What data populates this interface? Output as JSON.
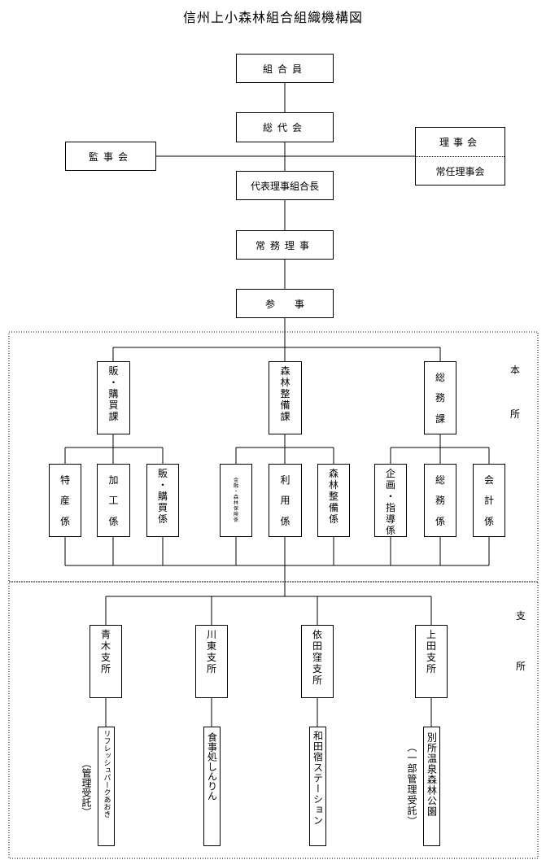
{
  "title": "信州上小森林組合組織機構図",
  "top_chain": {
    "kumiaiin": "組合員",
    "soudaikai": "総代会",
    "kanjikai": "監事会",
    "rijikai": "理事会",
    "jounin": "常任理事会",
    "daihyou": "代表理事組合長",
    "joumu": "常務理事",
    "sanji": "参　　事"
  },
  "honsho_label": [
    "本",
    "所"
  ],
  "shisho_label": [
    "支",
    "所"
  ],
  "ka": [
    {
      "chars": [
        "販",
        "・",
        "購",
        "買",
        "課"
      ]
    },
    {
      "chars": [
        "森",
        "林",
        "整",
        "備",
        "課"
      ]
    },
    {
      "chars": [
        "総",
        "務",
        "課"
      ]
    }
  ],
  "kakari": [
    {
      "chars": [
        "特",
        "産",
        "係"
      ]
    },
    {
      "chars": [
        "加",
        "工",
        "係"
      ]
    },
    {
      "chars": [
        "販",
        "・",
        "購",
        "買",
        "係"
      ]
    },
    {
      "chars": [
        "金",
        "融",
        "・",
        "森",
        "林",
        "保",
        "険",
        "係"
      ]
    },
    {
      "chars": [
        "利",
        "用",
        "係"
      ]
    },
    {
      "chars": [
        "森",
        "林",
        "整",
        "備",
        "係"
      ]
    },
    {
      "chars": [
        "企",
        "画",
        "・",
        "指",
        "導",
        "係"
      ]
    },
    {
      "chars": [
        "総",
        "務",
        "係"
      ]
    },
    {
      "chars": [
        "会",
        "計",
        "係"
      ]
    }
  ],
  "branches": [
    {
      "chars": [
        "青",
        "木",
        "支",
        "所"
      ],
      "facility": "リフレッシュパークあおき",
      "note": "（管理受託）"
    },
    {
      "chars": [
        "川",
        "東",
        "支",
        "所"
      ],
      "facility": "食事処しんりん",
      "note": ""
    },
    {
      "chars": [
        "依",
        "田",
        "窪",
        "支",
        "所"
      ],
      "facility": "和田宿ステーション",
      "note": ""
    },
    {
      "chars": [
        "上",
        "田",
        "支",
        "所"
      ],
      "facility": "別所温泉森林公園",
      "note": "（一部管理受託）"
    }
  ]
}
